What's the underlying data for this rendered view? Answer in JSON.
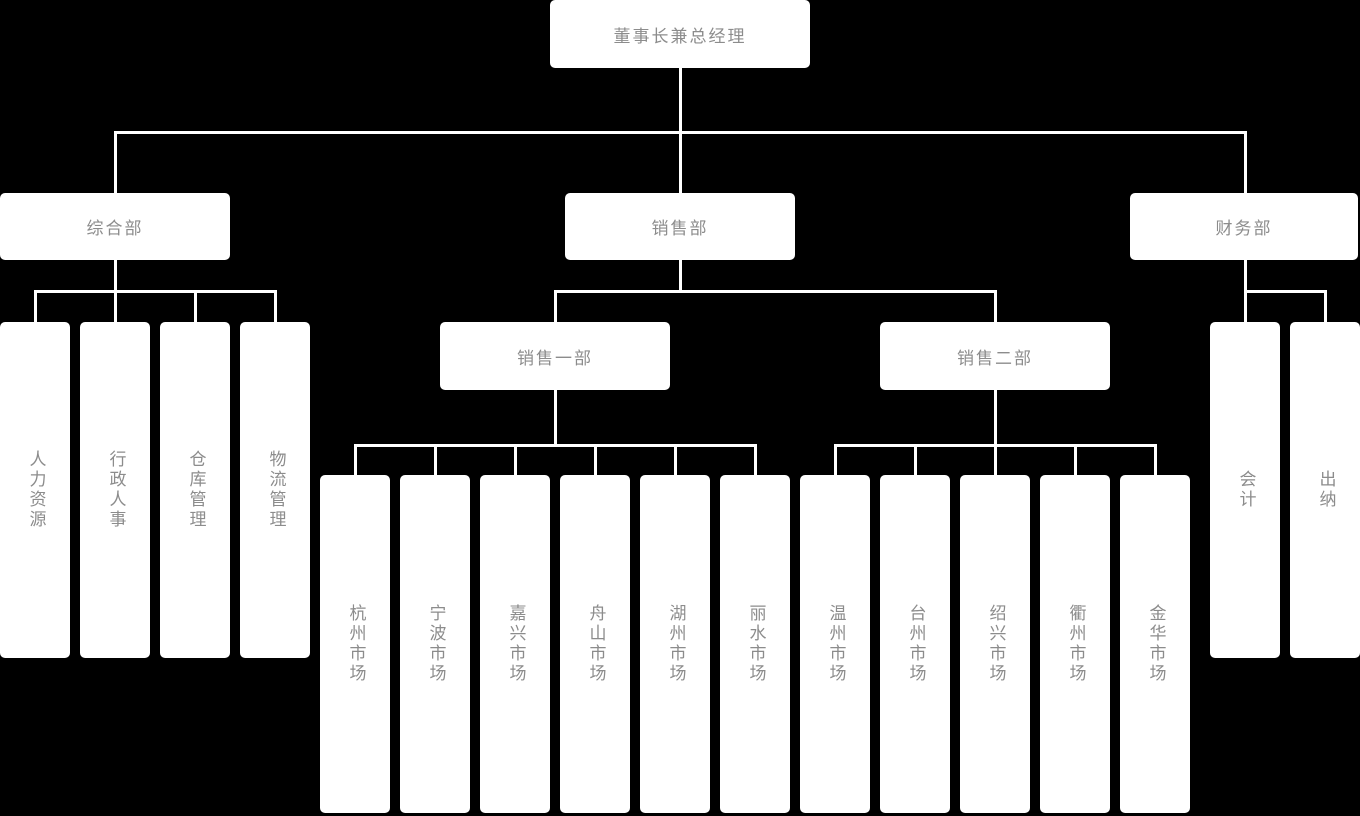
{
  "colors": {
    "background": "#000000",
    "node_background": "#ffffff",
    "node_text": "#8c8c8c",
    "connector_line": "#ffffff"
  },
  "org": {
    "root": {
      "label": "董事长兼总经理"
    },
    "level2": [
      {
        "label": "综合部"
      },
      {
        "label": "销售部"
      },
      {
        "label": "财务部"
      }
    ],
    "general_children": [
      {
        "label": "人力资源"
      },
      {
        "label": "行政人事"
      },
      {
        "label": "仓库管理"
      },
      {
        "label": "物流管理"
      }
    ],
    "sales_children": [
      {
        "label": "销售一部"
      },
      {
        "label": "销售二部"
      }
    ],
    "sales1_markets": [
      {
        "label": "杭州市场"
      },
      {
        "label": "宁波市场"
      },
      {
        "label": "嘉兴市场"
      },
      {
        "label": "舟山市场"
      },
      {
        "label": "湖州市场"
      },
      {
        "label": "丽水市场"
      }
    ],
    "sales2_markets": [
      {
        "label": "温州市场"
      },
      {
        "label": "台州市场"
      },
      {
        "label": "绍兴市场"
      },
      {
        "label": "衢州市场"
      },
      {
        "label": "金华市场"
      }
    ],
    "finance_children": [
      {
        "label": "会计"
      },
      {
        "label": "出纳"
      }
    ]
  }
}
